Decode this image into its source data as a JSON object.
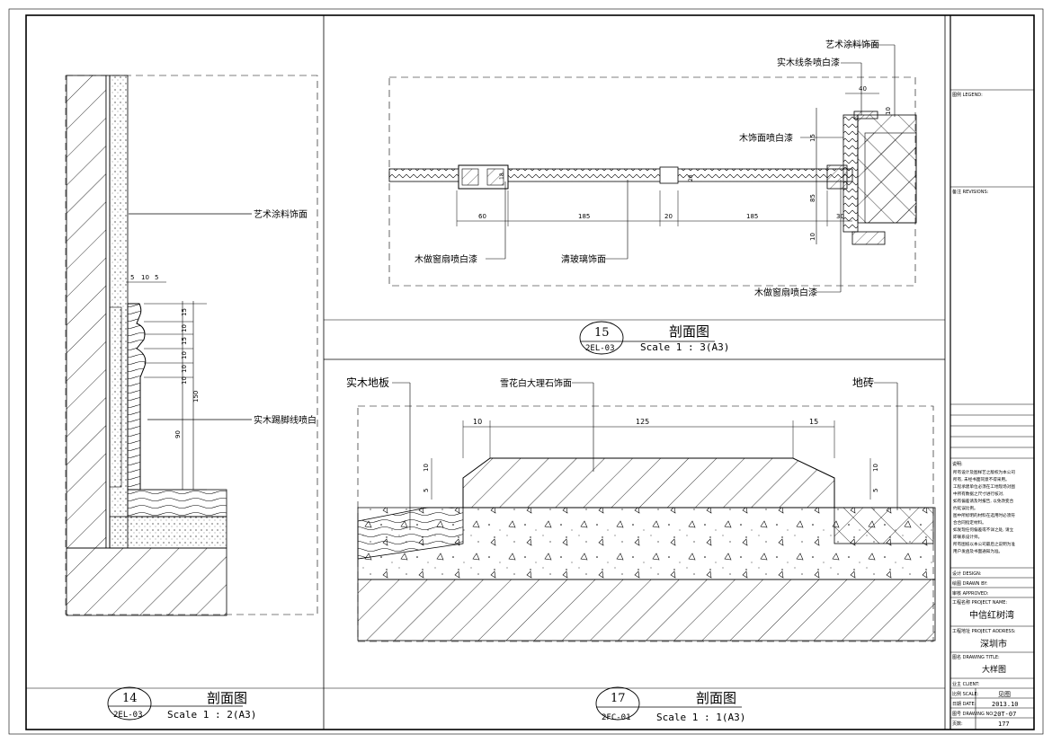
{
  "drawing": {
    "details": [
      {
        "number": "14",
        "ref": "2EL-03",
        "title": "剖面图",
        "scale": "Scale 1 : 2(A3)",
        "callouts": [
          "艺术涂料饰面",
          "实木踢脚线喷白"
        ],
        "dims": [
          "5",
          "10",
          "5",
          "15",
          "10",
          "15",
          "10",
          "10",
          "10",
          "150",
          "90"
        ]
      },
      {
        "number": "15",
        "ref": "2EL-03",
        "title": "剖面图",
        "scale": "Scale 1 : 3(A3)",
        "callouts": [
          "艺术涂料饰面",
          "实木线条喷白漆",
          "木饰面喷白漆",
          "木做窗扇喷白漆",
          "清玻璃饰面",
          "木做窗扇喷白漆"
        ],
        "dims": [
          "60",
          "185",
          "20",
          "185",
          "30",
          "40",
          "10",
          "15",
          "85",
          "10",
          "18",
          "28"
        ]
      },
      {
        "number": "17",
        "ref": "2FC-01",
        "title": "剖面图",
        "scale": "Scale 1 : 1(A3)",
        "callouts": [
          "实木地板",
          "雪花白大理石饰面",
          "地砖"
        ],
        "dims": [
          "10",
          "125",
          "15",
          "5",
          "10",
          "10",
          "5"
        ]
      }
    ]
  },
  "title_block": {
    "legend_label": "图例 LEGEND:",
    "revisions_label": "备注 REVISIONS:",
    "notes_heading": "说明:",
    "notes": [
      "所有设计及图样艺之版权为本公司",
      "所有, 未经书面同意不得采用。",
      "工程承建单位必须在工地现场对图",
      "中所有数据之尺寸进行核对,",
      "如有偏差请及时报告, 以免改变合",
      "约延误比例。",
      "图中所标明的材料在选用时必须符",
      "合合同指定材料。",
      "如发现任何偏差或不详之处, 请立",
      "即联系设计师。",
      "所有图纸以本公司最后之说明为准",
      "用户发函及书面通知为准。"
    ],
    "design_label": "设计 DESIGN:",
    "drawn_label": "绘图 DRAWN BY:",
    "approved_label": "审核 APPROVED:",
    "project_label": "工程名称 PROJECT NAME:",
    "project_name": "中信红树湾",
    "address_label": "工程地址 PROJECT ADDRESS:",
    "address": "深圳市",
    "drawing_title_label": "图名 DRAWING TITLE:",
    "drawing_title": "大样图",
    "client_label": "业主 CLIENT:",
    "scale_label": "比例 SCALE:",
    "scale": "见图",
    "date_label": "日期 DATE:",
    "date": "2013.10",
    "drawing_no_label": "图号 DRAWING NO:",
    "drawing_no": "20T-07",
    "page_label": "页数:",
    "page": "177"
  }
}
